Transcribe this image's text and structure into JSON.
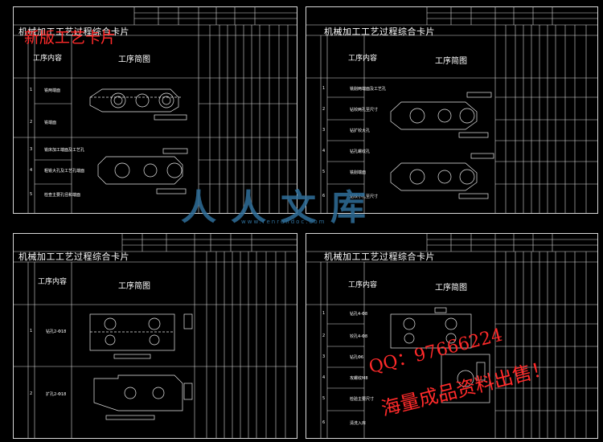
{
  "sheets": [
    {
      "title": "机械加工工艺过程综合卡片",
      "content_header": "工序内容",
      "diagram_header": "工序简图",
      "steps": [
        "铣两端面",
        "铣端面",
        "铣床加工端面及工艺孔",
        "粗铣大孔及工艺孔端面",
        "检查主要孔径和端面"
      ],
      "ops": [
        "1",
        "2",
        "3",
        "4",
        "5"
      ]
    },
    {
      "title": "机械加工工艺过程综合卡片",
      "content_header": "工序内容",
      "diagram_header": "工序简图",
      "steps": [
        "铣削两端面及工艺孔",
        "钻铰两孔至尺寸",
        "钻扩铰大孔",
        "钻孔螺纹孔",
        "铣削端面",
        "钻铰小孔至尺寸"
      ],
      "ops": [
        "1",
        "2",
        "3",
        "4",
        "5",
        "6"
      ]
    },
    {
      "title": "机械加工工艺过程综合卡片",
      "content_header": "工序内容",
      "diagram_header": "工序简图",
      "steps": [
        "钻孔2-Φ18",
        "扩孔2-Φ18"
      ],
      "ops": [
        "1",
        "2"
      ]
    },
    {
      "title": "机械加工工艺过程综合卡片",
      "content_header": "工序内容",
      "diagram_header": "工序简图",
      "steps": [
        "钻孔4-Φ8",
        "铰孔4-Φ8",
        "钻孔Φ6",
        "攻螺纹M8",
        "检验主要尺寸",
        "清洗入库"
      ],
      "ops": [
        "1",
        "2",
        "3",
        "4",
        "5",
        "6"
      ]
    }
  ],
  "overlay_text": {
    "top_left_red": "新版工艺卡片",
    "qq_label": "QQ：",
    "qq_number": "97666224",
    "promo_line1": "海量成品资料出售！",
    "watermark": "人人文库",
    "watermark_url": "www.renrendoc.com"
  },
  "colors": {
    "background": "#000000",
    "lines": "#d8d8d8",
    "red_overlay": "#ff2a2a",
    "watermark": "#2f6f9a"
  }
}
